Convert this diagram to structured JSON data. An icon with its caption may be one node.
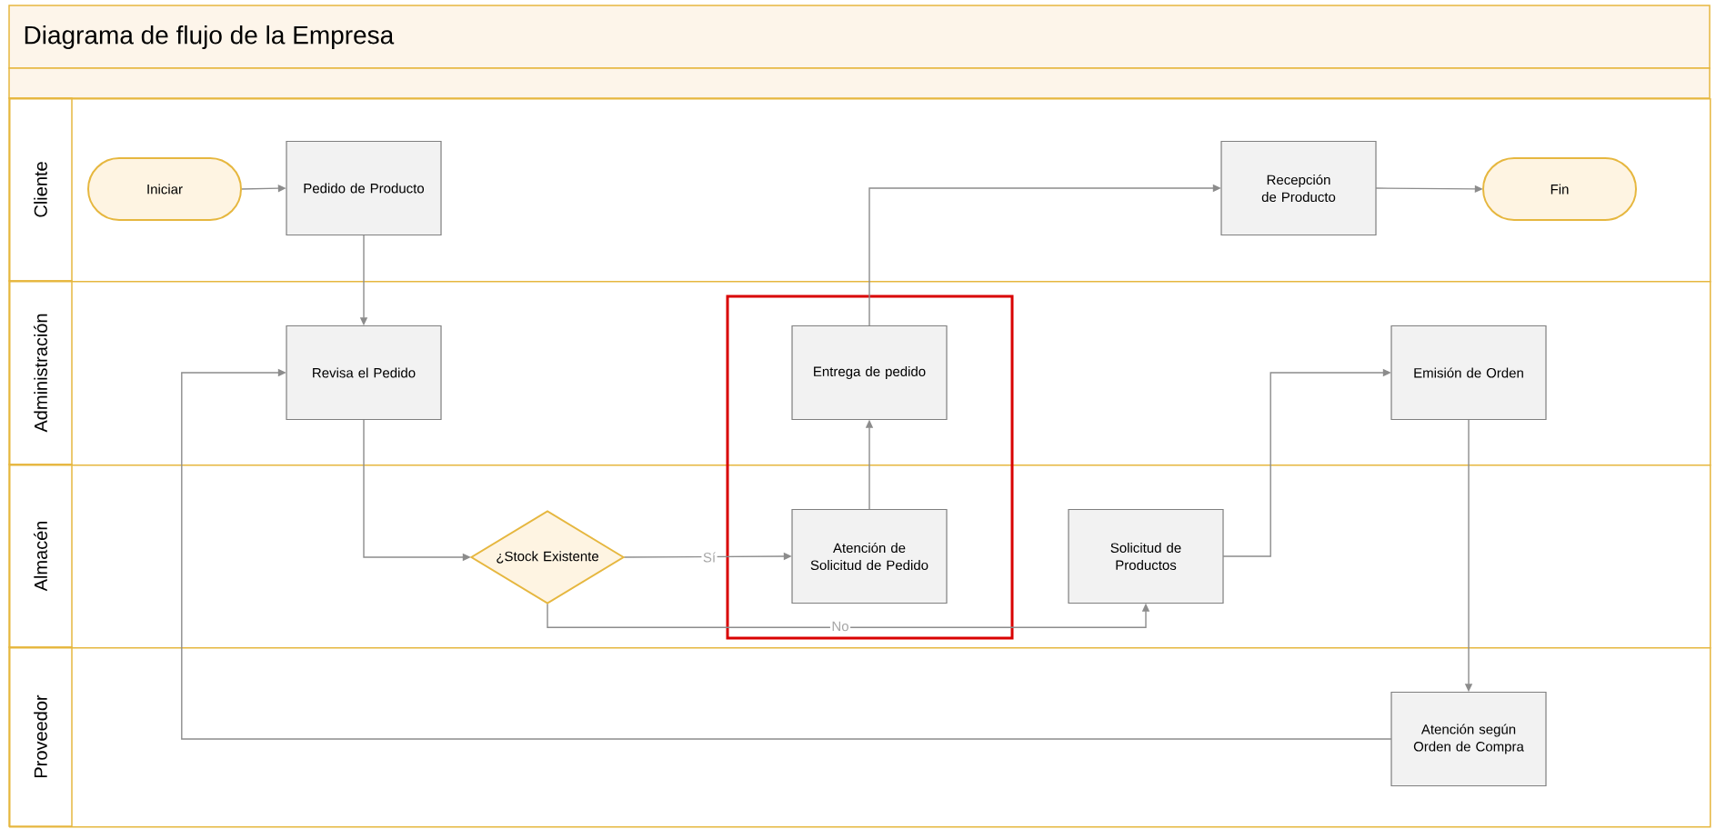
{
  "diagram": {
    "title": "Diagrama de flujo de la Empresa",
    "nodes": [
      {
        "text": [
          "Cliente"
        ]
      },
      {
        "text": [
          "Administración"
        ]
      },
      {
        "text": [
          "Almacén"
        ]
      },
      {
        "text": [
          "Proveedor"
        ]
      },
      {
        "text": [
          "Iniciar"
        ],
        "in": 0
      },
      {
        "text": [
          "Pedido de Producto"
        ],
        "in": 0
      },
      {
        "text": [
          "Recepción de Producto"
        ],
        "in": 0
      },
      {
        "text": [
          "Fin"
        ],
        "in": 0
      },
      {
        "text": [
          "Revisa el Pedido"
        ],
        "in": 1
      },
      {
        "text": [
          "Entrega de pedido"
        ],
        "in": 1
      },
      {
        "text": [
          "Emisión de Orden"
        ],
        "in": 1
      },
      {
        "text": [
          "¿Stock Existente"
        ],
        "in": 2
      },
      {
        "text": [
          "Atención de Solicitud de Pedido"
        ],
        "in": 2
      },
      {
        "text": [
          "Solicitud de Productos"
        ],
        "in": 2
      },
      {
        "text": [
          "Atención según Orden de Compra"
        ],
        "in": 3
      }
    ],
    "edges": [
      {
        "from": 4,
        "to": 5,
        "arrow": "to"
      },
      {
        "from": 5,
        "to": 8,
        "arrow": "to"
      },
      {
        "from": 8,
        "to": 11,
        "arrow": "to"
      },
      {
        "from": 11,
        "to": 12,
        "arrow": "to",
        "label": "Sí"
      },
      {
        "from": 11,
        "to": 13,
        "arrow": "to",
        "label": "No"
      },
      {
        "from": 12,
        "to": 9,
        "arrow": "to"
      },
      {
        "from": 9,
        "to": 6,
        "arrow": "to"
      },
      {
        "from": 6,
        "to": 7,
        "arrow": "to"
      },
      {
        "from": 13,
        "to": 10,
        "arrow": "to"
      },
      {
        "from": 10,
        "to": 14,
        "arrow": "to"
      },
      {
        "from": 14,
        "to": 8,
        "arrow": "to"
      }
    ]
  }
}
